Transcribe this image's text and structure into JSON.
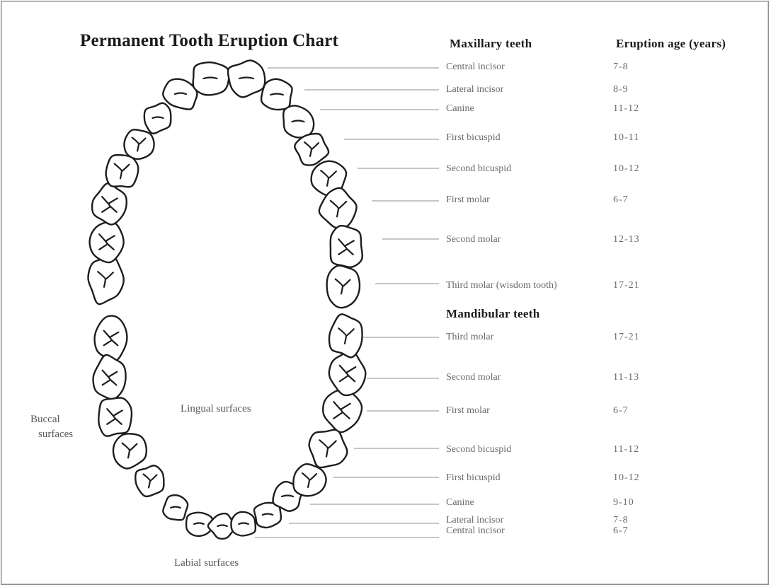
{
  "title": "Permanent Tooth Eruption Chart",
  "headers": {
    "maxillary": "Maxillary teeth",
    "age": "Eruption age (years)",
    "mandibular": "Mandibular teeth"
  },
  "maxillary": [
    {
      "tooth": "Central incisor",
      "age": "7-8"
    },
    {
      "tooth": "Lateral incisor",
      "age": "8-9"
    },
    {
      "tooth": "Canine",
      "age": "11-12"
    },
    {
      "tooth": "First bicuspid",
      "age": "10-11"
    },
    {
      "tooth": "Second bicuspid",
      "age": "10-12"
    },
    {
      "tooth": "First molar",
      "age": "6-7"
    },
    {
      "tooth": "Second molar",
      "age": "12-13"
    },
    {
      "tooth": "Third molar (wisdom tooth)",
      "age": "17-21"
    }
  ],
  "mandibular": [
    {
      "tooth": "Third molar",
      "age": "17-21"
    },
    {
      "tooth": "Second molar",
      "age": "11-13"
    },
    {
      "tooth": "First molar",
      "age": "6-7"
    },
    {
      "tooth": "Second bicuspid",
      "age": "11-12"
    },
    {
      "tooth": "First bicuspid",
      "age": "10-12"
    },
    {
      "tooth": "Canine",
      "age": "9-10"
    },
    {
      "tooth": "Lateral incisor",
      "age": "7-8"
    },
    {
      "tooth": "Central incisor",
      "age": "6-7"
    }
  ],
  "surface_labels": {
    "buccal_1": "Buccal",
    "buccal_2": "surfaces",
    "lingual": "Lingual surfaces",
    "labial": "Labial surfaces"
  },
  "colors": {
    "outline": "#1e1e1e",
    "leader_line": "#8c8c8c",
    "label_text": "#6a6a6a",
    "heading_text": "#1a1a1a"
  }
}
